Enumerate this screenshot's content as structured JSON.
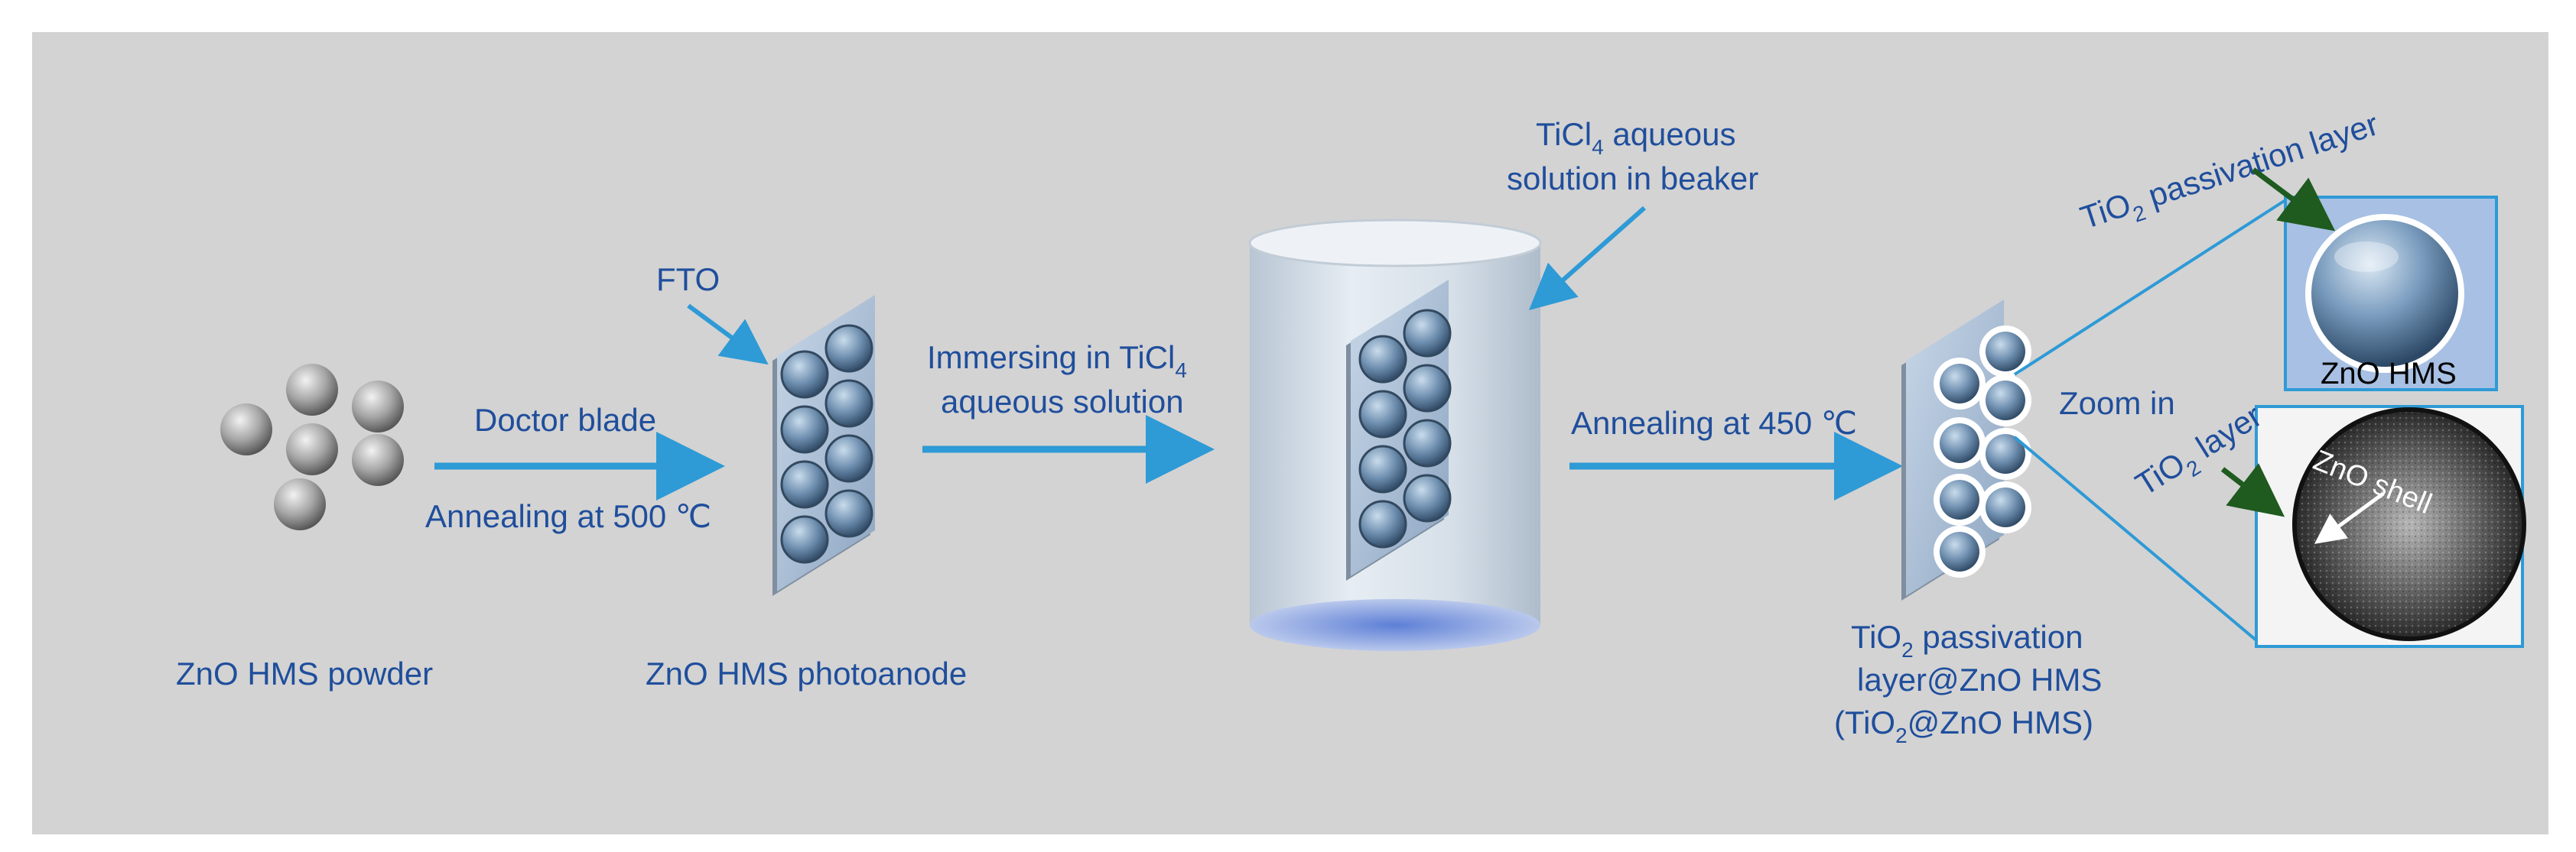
{
  "colors": {
    "background": "#d3d3d3",
    "label_blue": "#1f4e9c",
    "arrow_blue": "#2e9ad6",
    "plate": "#9bb0c8",
    "green_arrow": "#1f5a1f"
  },
  "labels": {
    "powder": "ZnO HMS powder",
    "doctor_blade": "Doctor blade",
    "annealing_500": "Annealing at 500 ℃",
    "fto": "FTO",
    "photoanode": "ZnO HMS photoanode",
    "immersing_line1_main": "Immersing in TiCl",
    "immersing_line1_sub": "4",
    "immersing_line2": "aqueous solution",
    "ticl4_line1_main": "TiCl",
    "ticl4_line1_sub": "4",
    "ticl4_line1_rest": " aqueous",
    "ticl4_line2": "solution in beaker",
    "annealing_450": "Annealing at 450 ℃",
    "result_line1_main": "TiO",
    "result_line1_sub": "2",
    "result_line1_rest": " passivation",
    "result_line2": "layer@ZnO HMS",
    "result_line3_pre": "(TiO",
    "result_line3_sub": "2",
    "result_line3_rest": "@ZnO HMS)",
    "passivation_main": "TiO",
    "passivation_sub": "2",
    "passivation_rest": " passivation  layer",
    "zoom_in": "Zoom in",
    "tio2_layer_main": "TiO",
    "tio2_layer_sub": "2",
    "tio2_layer_rest": " layer",
    "zno_hms": "ZnO HMS",
    "zno_shell": "ZnO shell"
  }
}
